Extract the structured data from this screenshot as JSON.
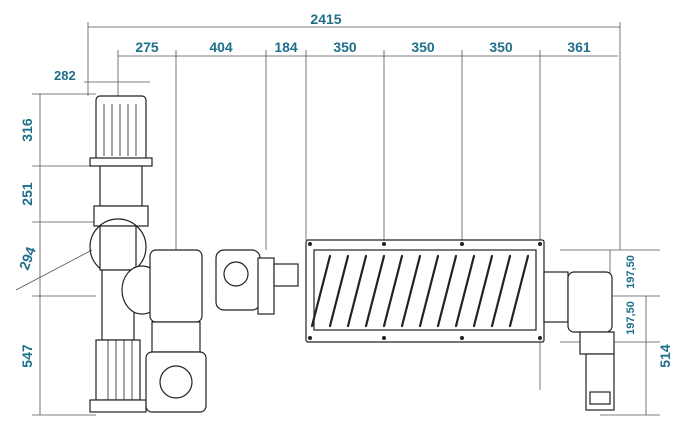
{
  "colors": {
    "dimension": "#1f6f8b",
    "line": "#222222",
    "thin": "#555555"
  },
  "dimensions": {
    "overall": "2415",
    "motor_width": "282",
    "top": [
      "275",
      "404",
      "184",
      "350",
      "350",
      "350",
      "361"
    ],
    "left": [
      "316",
      "251",
      "294",
      "547"
    ],
    "right_small": [
      "197,50",
      "197,50"
    ],
    "right_big": "514"
  }
}
